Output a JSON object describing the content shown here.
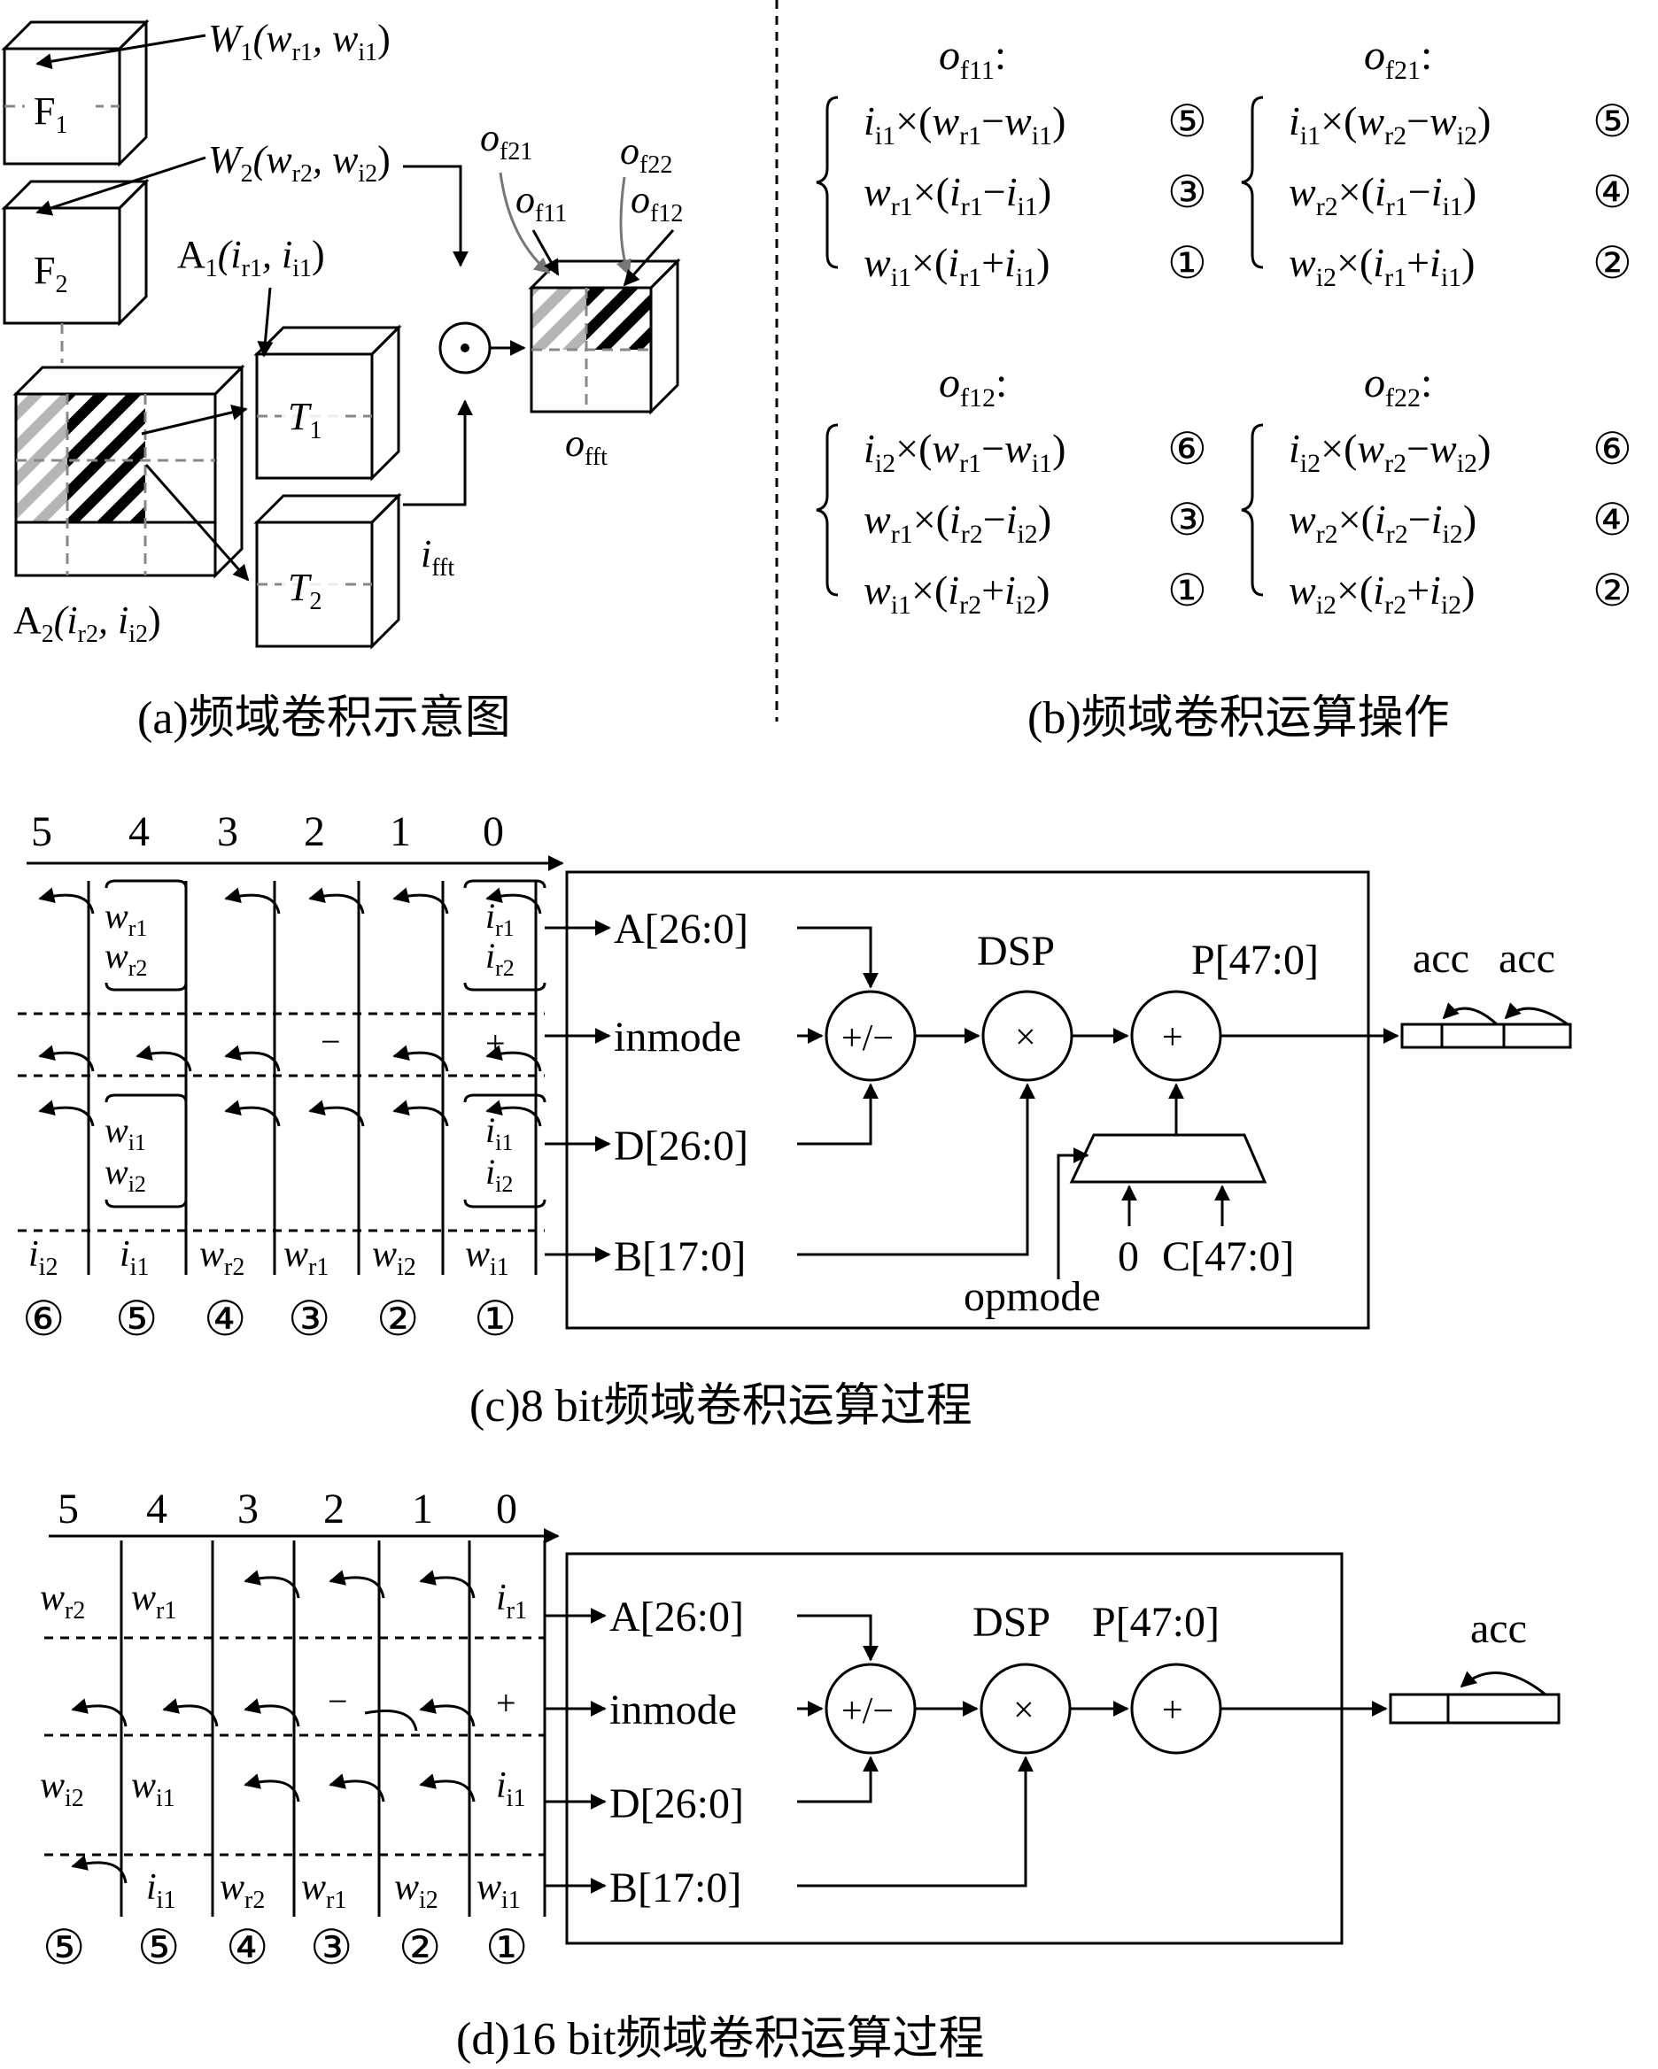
{
  "panel_a": {
    "caption": "(a)频域卷积示意图",
    "labels": {
      "w1": "W",
      "w1_sub": "1",
      "w1_args": "(w",
      "w1_a1": "r1",
      "w1_comma": ", w",
      "w1_a2": "i1",
      "w1_close": ")",
      "w2": "W",
      "w2_sub": "2",
      "w2_args": "(w",
      "w2_a1": "r2",
      "w2_comma": ", w",
      "w2_a2": "i2",
      "w2_close": ")",
      "f1": "F",
      "f1_sub": "1",
      "f2": "F",
      "f2_sub": "2",
      "a1": "A",
      "a1_sub": "1",
      "a1_args": "(i",
      "a1_a1": "r1",
      "a1_comma": ", i",
      "a1_a2": "i1",
      "a1_close": ")",
      "a2": "A",
      "a2_sub": "2",
      "a2_args": "(i",
      "a2_a1": "r2",
      "a2_comma": ", i",
      "a2_a2": "i2",
      "a2_close": ")",
      "t1": "T",
      "t1_sub": "1",
      "t2": "T",
      "t2_sub": "2",
      "odot": "⊙",
      "of21": "o",
      "of21_sub": "f21",
      "of22": "o",
      "of22_sub": "f22",
      "of11": "o",
      "of11_sub": "f11",
      "of12": "o",
      "of12_sub": "f12",
      "offt": "o",
      "offt_sub": "fft",
      "ifft": "i",
      "ifft_sub": "fft"
    }
  },
  "panel_b": {
    "caption": "(b)频域卷积运算操作",
    "groups": [
      {
        "title": "o",
        "title_sub": "f11",
        "colon": ":",
        "rows": [
          {
            "a": "i",
            "as": "i1",
            "op1": "×(",
            "b": "w",
            "bs": "r1",
            "op2": "−",
            "c": "w",
            "cs": "i1",
            "end": ")",
            "num": "⑤"
          },
          {
            "a": "w",
            "as": "r1",
            "op1": "×(",
            "b": "i",
            "bs": "r1",
            "op2": "−",
            "c": "i",
            "cs": "i1",
            "end": ")",
            "num": "③"
          },
          {
            "a": "w",
            "as": "i1",
            "op1": "×(",
            "b": "i",
            "bs": "r1",
            "op2": "+",
            "c": "i",
            "cs": "i1",
            "end": ")",
            "num": "①"
          }
        ]
      },
      {
        "title": "o",
        "title_sub": "f21",
        "colon": ":",
        "rows": [
          {
            "a": "i",
            "as": "i1",
            "op1": "×(",
            "b": "w",
            "bs": "r2",
            "op2": "−",
            "c": "w",
            "cs": "i2",
            "end": ")",
            "num": "⑤"
          },
          {
            "a": "w",
            "as": "r2",
            "op1": "×(",
            "b": "i",
            "bs": "r1",
            "op2": "−",
            "c": "i",
            "cs": "i1",
            "end": ")",
            "num": "④"
          },
          {
            "a": "w",
            "as": "i2",
            "op1": "×(",
            "b": "i",
            "bs": "r1",
            "op2": "+",
            "c": "i",
            "cs": "i1",
            "end": ")",
            "num": "②"
          }
        ]
      },
      {
        "title": "o",
        "title_sub": "f12",
        "colon": ":",
        "rows": [
          {
            "a": "i",
            "as": "i2",
            "op1": "×(",
            "b": "w",
            "bs": "r1",
            "op2": "−",
            "c": "w",
            "cs": "i1",
            "end": ")",
            "num": "⑥"
          },
          {
            "a": "w",
            "as": "r1",
            "op1": "×(",
            "b": "i",
            "bs": "r2",
            "op2": "−",
            "c": "i",
            "cs": "i2",
            "end": ")",
            "num": "③"
          },
          {
            "a": "w",
            "as": "i1",
            "op1": "×(",
            "b": "i",
            "bs": "r2",
            "op2": "+",
            "c": "i",
            "cs": "i2",
            "end": ")",
            "num": "①"
          }
        ]
      },
      {
        "title": "o",
        "title_sub": "f22",
        "colon": ":",
        "rows": [
          {
            "a": "i",
            "as": "i2",
            "op1": "×(",
            "b": "w",
            "bs": "r2",
            "op2": "−",
            "c": "w",
            "cs": "i2",
            "end": ")",
            "num": "⑥"
          },
          {
            "a": "w",
            "as": "r2",
            "op1": "×(",
            "b": "i",
            "bs": "r2",
            "op2": "−",
            "c": "i",
            "cs": "i2",
            "end": ")",
            "num": "④"
          },
          {
            "a": "w",
            "as": "i2",
            "op1": "×(",
            "b": "i",
            "bs": "r2",
            "op2": "+",
            "c": "i",
            "cs": "i2",
            "end": ")",
            "num": "②"
          }
        ]
      }
    ]
  },
  "panel_c": {
    "caption": "(c)8 bit频域卷积运算过程",
    "bit_labels": [
      "5",
      "4",
      "3",
      "2",
      "1",
      "0"
    ],
    "port_a": "A[26:0]",
    "port_inmode": "inmode",
    "port_d": "D[26:0]",
    "port_b": "B[17:0]",
    "dsp": "DSP",
    "p": "P[47:0]",
    "addsub": "+/−",
    "mul": "×",
    "add": "+",
    "zero": "0",
    "c": "C[47:0]",
    "opmode": "opmode",
    "acc1": "acc",
    "acc2": "acc",
    "plus": "+",
    "minus": "−",
    "row1": {
      "w": "w",
      "ws1": "r1",
      "ws2": "r2",
      "i": "i",
      "is1": "r1",
      "is2": "r2"
    },
    "row3": {
      "w": "w",
      "ws1": "i1",
      "ws2": "i2",
      "i": "i",
      "is1": "i1",
      "is2": "i2"
    },
    "bottom": [
      {
        "v": "i",
        "s": "i2"
      },
      {
        "v": "i",
        "s": "i1"
      },
      {
        "v": "w",
        "s": "r2"
      },
      {
        "v": "w",
        "s": "r1"
      },
      {
        "v": "w",
        "s": "i2"
      },
      {
        "v": "w",
        "s": "i1"
      }
    ],
    "nums": [
      "⑥",
      "⑤",
      "④",
      "③",
      "②",
      "①"
    ]
  },
  "panel_d": {
    "caption": "(d)16 bit频域卷积运算过程",
    "bit_labels": [
      "5",
      "4",
      "3",
      "2",
      "1",
      "0"
    ],
    "port_a": "A[26:0]",
    "port_inmode": "inmode",
    "port_d": "D[26:0]",
    "port_b": "B[17:0]",
    "dsp": "DSP",
    "p": "P[47:0]",
    "addsub": "+/−",
    "mul": "×",
    "add": "+",
    "acc": "acc",
    "plus": "+",
    "minus": "−",
    "row1": [
      {
        "v": "w",
        "s": "r2"
      },
      {
        "v": "w",
        "s": "r1"
      },
      {
        "v": "i",
        "s": "r1"
      }
    ],
    "row3": [
      {
        "v": "w",
        "s": "i2"
      },
      {
        "v": "w",
        "s": "i1"
      },
      {
        "v": "i",
        "s": "i1"
      }
    ],
    "bottom": [
      {
        "v": "i",
        "s": "i1"
      },
      {
        "v": "w",
        "s": "r2"
      },
      {
        "v": "w",
        "s": "r1"
      },
      {
        "v": "w",
        "s": "i2"
      },
      {
        "v": "w",
        "s": "i1"
      }
    ],
    "nums": [
      "⑤",
      "⑤",
      "④",
      "③",
      "②",
      "①"
    ]
  }
}
